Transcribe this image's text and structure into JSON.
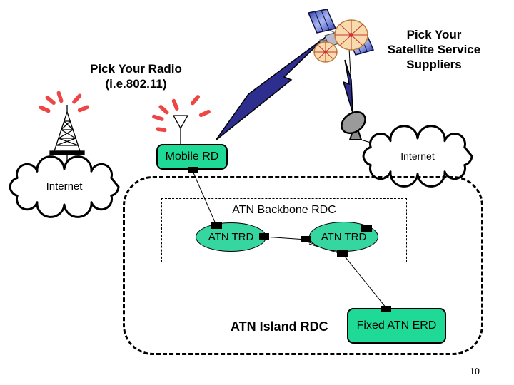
{
  "slide": {
    "page_number": "10"
  },
  "titles": {
    "radio": {
      "line1": "Pick Your Radio",
      "line2": "(i.e.802.11)"
    },
    "satellite": {
      "line1": "Pick Your",
      "line2": "Satellite Service",
      "line3": "Suppliers"
    }
  },
  "clouds": {
    "left_label": "Internet",
    "right_label": "Internet"
  },
  "nodes": {
    "mobile_rd": "Mobile RD",
    "atn_trd_left": "ATN TRD",
    "atn_trd_right": "ATN TRD",
    "fixed_atn_erd": "Fixed ATN ERD"
  },
  "regions": {
    "backbone_label": "ATN Backbone RDC",
    "island_label": "ATN Island RDC"
  },
  "icons": [
    "satellite-icon",
    "lightning-bolt-icon",
    "radio-tower-icon",
    "antenna-icon",
    "signal-waves-icon",
    "ground-dish-icon",
    "cloud-icon"
  ],
  "colors": {
    "node_green": "#1EDA96",
    "ellipse_green": "#36D6A0",
    "bolt_blue": "#2E2E8F",
    "signal_red": "#EE4545",
    "dish_gray": "#9A9A9A",
    "panel_blue_dark": "#2233AA",
    "panel_blue_light": "#A9B8F2",
    "dish_tan": "#F6DCAD",
    "dish_spoke_red": "#CC3333"
  }
}
